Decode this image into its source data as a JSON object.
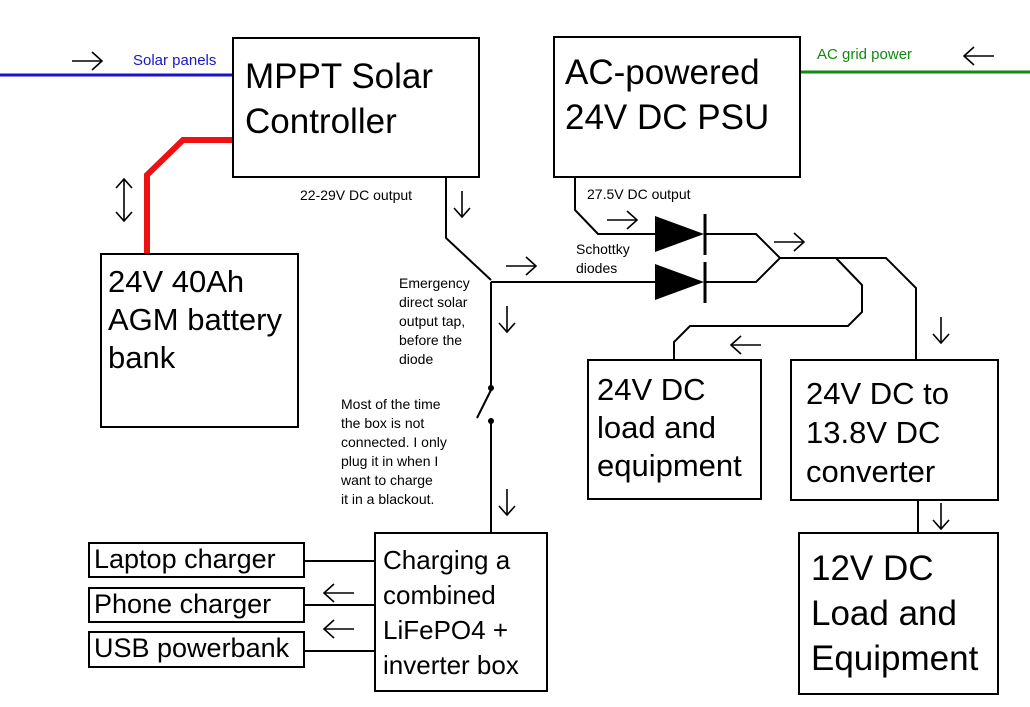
{
  "colors": {
    "solar": "#1a16c8",
    "grid": "#118a11",
    "battery_link": "#ee1111",
    "wire": "#000000"
  },
  "blocks": {
    "mppt": "MPPT Solar\nController",
    "psu": "AC-powered\n24V DC PSU",
    "battery": "24V 40Ah\nAGM battery\nbank",
    "load24": "24V DC\nload and\nequipment",
    "converter": "24V DC to\n13.8V DC\nconverter",
    "load12": "12V DC\nLoad and\nEquipment",
    "charging_box": "Charging a\ncombined\nLiFePO4 +\ninverter box"
  },
  "inputs": {
    "solar": "Solar panels",
    "grid": "AC grid power"
  },
  "labels": {
    "mppt_output": "22-29V DC output",
    "psu_output": "27.5V DC output",
    "diodes": "Schottky\ndiodes",
    "tap": "Emergency\ndirect solar\noutput tap,\nbefore the\ndiode",
    "note": "Most of the time\nthe box is not\nconnected. I only\nplug it in when I\nwant to charge\nit in a blackout."
  },
  "outputs": [
    "Laptop charger",
    "Phone charger",
    "USB powerbank"
  ],
  "icons": [
    "arrow-right-icon",
    "arrow-left-icon",
    "arrow-down-icon",
    "arrow-updown-icon",
    "diode-icon",
    "switch-icon"
  ]
}
